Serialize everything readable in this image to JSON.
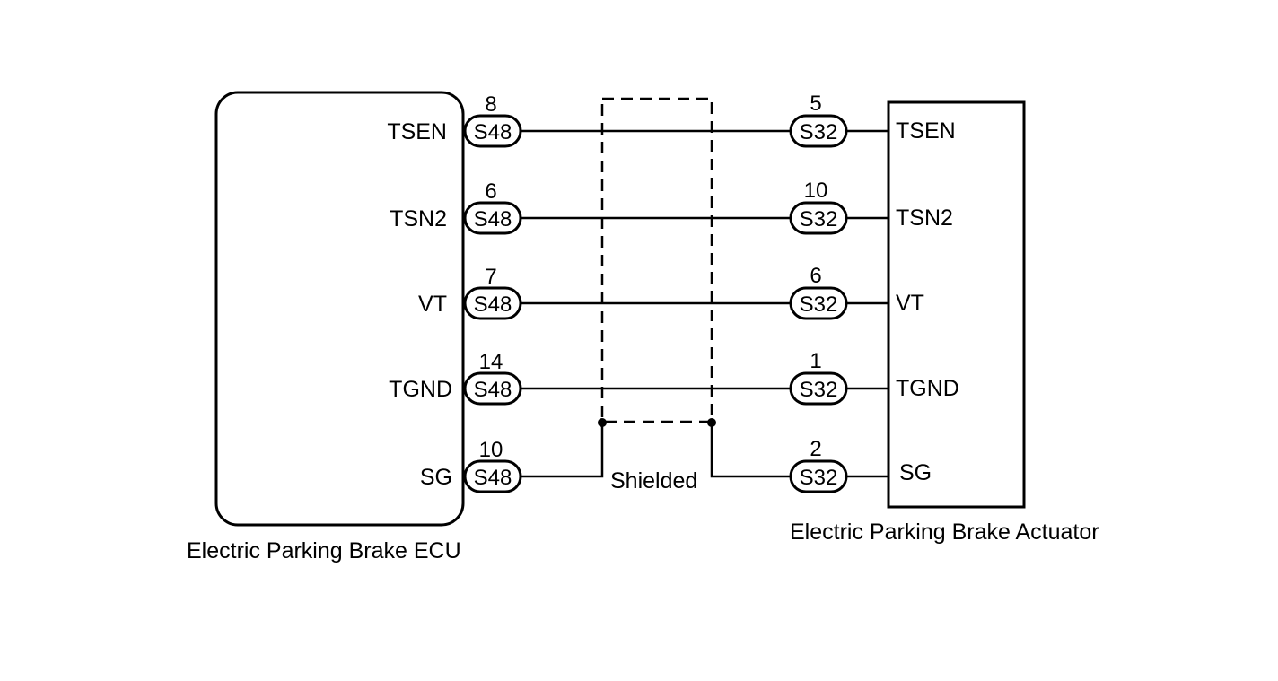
{
  "ecu": {
    "label": "Electric Parking Brake ECU",
    "connector": "S48"
  },
  "actuator": {
    "label": "Electric Parking Brake Actuator",
    "connector": "S32"
  },
  "shield_label": "Shielded",
  "wires": [
    {
      "ecu_signal": "TSEN",
      "ecu_pin": "8",
      "act_pin": "5",
      "act_signal": "TSEN"
    },
    {
      "ecu_signal": "TSN2",
      "ecu_pin": "6",
      "act_pin": "10",
      "act_signal": "TSN2"
    },
    {
      "ecu_signal": "VT",
      "ecu_pin": "7",
      "act_pin": "6",
      "act_signal": "VT"
    },
    {
      "ecu_signal": "TGND",
      "ecu_pin": "14",
      "act_pin": "1",
      "act_signal": "TGND"
    },
    {
      "ecu_signal": "SG",
      "ecu_pin": "10",
      "act_pin": "2",
      "act_signal": "SG"
    }
  ]
}
